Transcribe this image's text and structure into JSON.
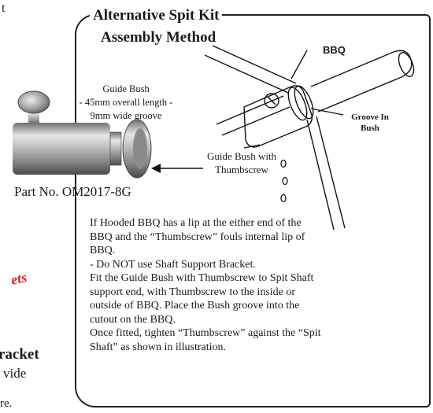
{
  "left_fragments": {
    "top": "t",
    "red": "ets",
    "bracket": "racket",
    "wide": "vide",
    "end": "re."
  },
  "panel": {
    "title_line1": "Alternative Spit Kit",
    "title_line2": "Assembly Method"
  },
  "guide_bush_caption": {
    "line1": "Guide Bush",
    "line2": "- 45mm overall length -",
    "line3": "9mm wide groove"
  },
  "part_number": "Part No. OM2017-8G",
  "diagram_labels": {
    "bbq": "BBQ",
    "groove_line1": "Groove In",
    "groove_line2": "Bush",
    "thumb_line1": "Guide Bush with",
    "thumb_line2": "Thumbscrew"
  },
  "instructions": [
    "If Hooded BBQ has a lip at the either end of the",
    "BBQ and the “Thumbscrew” fouls internal lip of",
    "BBQ.",
    "- Do NOT use Shaft Support Bracket.",
    "Fit the Guide Bush with Thumbscrew to Spit Shaft",
    "support end, with Thumbscrew to the inside or",
    "outside of BBQ.  Place the Bush groove into the",
    "cutout on the BBQ.",
    "Once fitted, tighten “Thumbscrew” against the “Spit",
    "Shaft” as shown in illustration."
  ],
  "colors": {
    "ink": "#1a1a1a",
    "accent_red": "#d22222",
    "metal": "#a8a8a8"
  }
}
